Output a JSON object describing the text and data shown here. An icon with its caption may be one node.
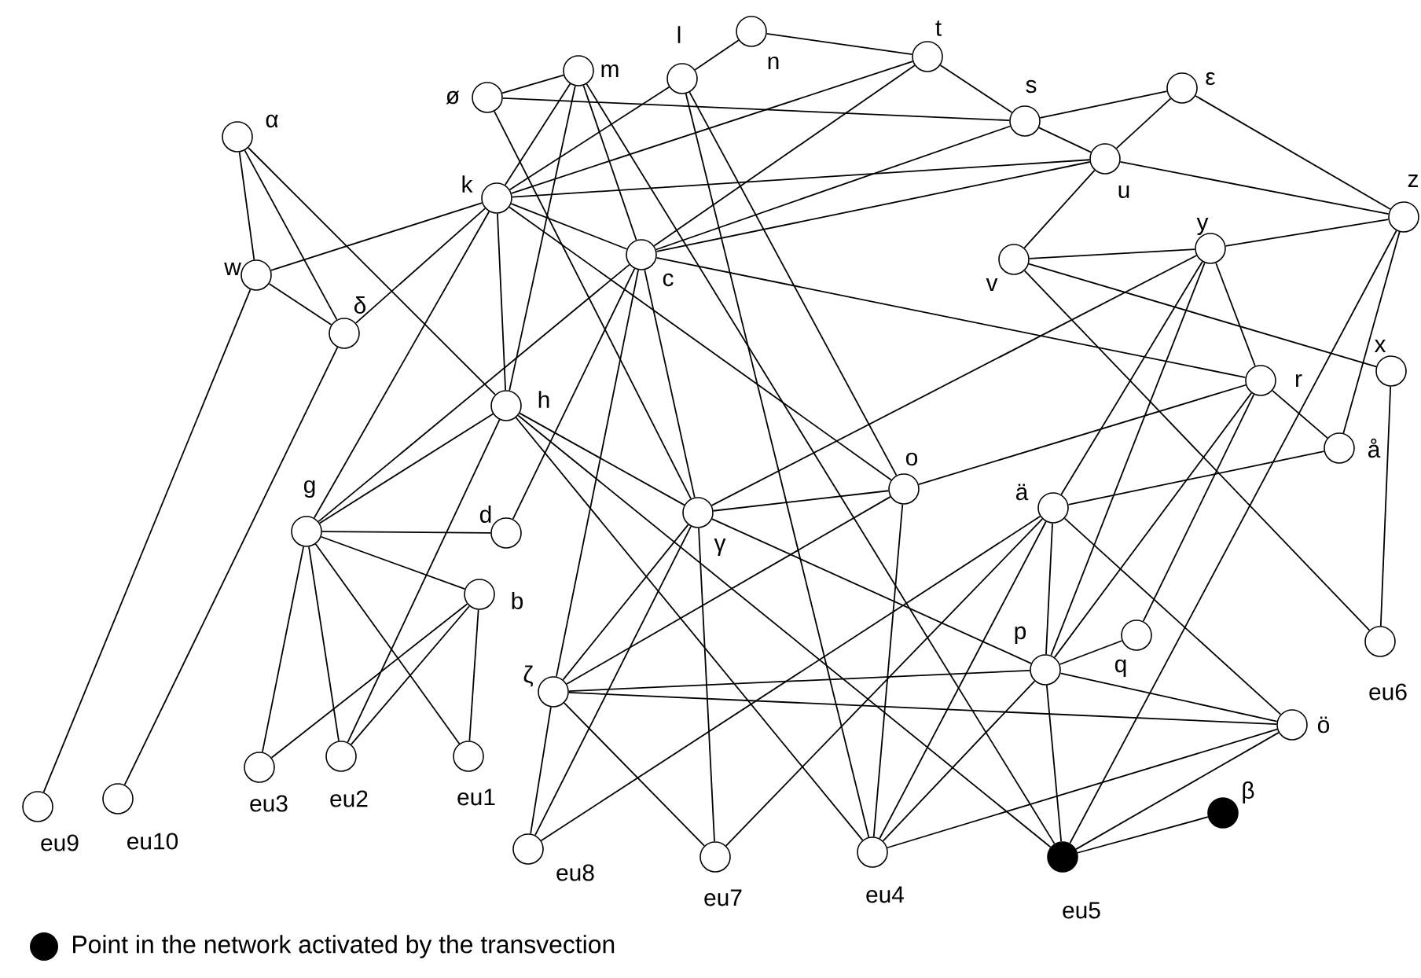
{
  "diagram": {
    "nodes": [
      {
        "text": [
          "α"
        ]
      },
      {
        "text": [
          "w"
        ]
      },
      {
        "text": [
          "δ"
        ]
      },
      {
        "text": [
          "ø"
        ]
      },
      {
        "text": [
          "m"
        ]
      },
      {
        "text": [
          "l"
        ]
      },
      {
        "text": [
          "n"
        ]
      },
      {
        "text": [
          "t"
        ]
      },
      {
        "text": [
          "s"
        ]
      },
      {
        "text": [
          "ε"
        ]
      },
      {
        "text": [
          "u"
        ]
      },
      {
        "text": [
          "z"
        ]
      },
      {
        "text": [
          "k"
        ]
      },
      {
        "text": [
          "c"
        ]
      },
      {
        "text": [
          "v"
        ]
      },
      {
        "text": [
          "y"
        ]
      },
      {
        "text": [
          "x"
        ]
      },
      {
        "text": [
          "r"
        ]
      },
      {
        "text": [
          "å"
        ]
      },
      {
        "text": [
          "h"
        ]
      },
      {
        "text": [
          "g"
        ]
      },
      {
        "text": [
          "d"
        ]
      },
      {
        "text": [
          "b"
        ]
      },
      {
        "text": [
          "γ"
        ]
      },
      {
        "text": [
          "o"
        ]
      },
      {
        "text": [
          "ä"
        ]
      },
      {
        "text": [
          "p"
        ]
      },
      {
        "text": [
          "q"
        ]
      },
      {
        "text": [
          "eu6"
        ]
      },
      {
        "text": [
          "ζ"
        ]
      },
      {
        "text": [
          "ö"
        ]
      },
      {
        "text": [
          "eu3"
        ]
      },
      {
        "text": [
          "eu2"
        ]
      },
      {
        "text": [
          "eu1"
        ]
      },
      {
        "text": [
          "eu9"
        ]
      },
      {
        "text": [
          "eu10"
        ]
      },
      {
        "text": [
          "eu8"
        ]
      },
      {
        "text": [
          "eu7"
        ]
      },
      {
        "text": [
          "eu4"
        ]
      },
      {
        "text": [
          "eu5"
        ]
      },
      {
        "text": [
          "β"
        ]
      }
    ],
    "edges": [
      {
        "from": 0,
        "to": 1,
        "arrow": "none"
      },
      {
        "from": 0,
        "to": 2,
        "arrow": "none"
      },
      {
        "from": 0,
        "to": 19,
        "arrow": "none"
      },
      {
        "from": 1,
        "to": 12,
        "arrow": "none"
      },
      {
        "from": 1,
        "to": 2,
        "arrow": "none"
      },
      {
        "from": 1,
        "to": 34,
        "arrow": "none"
      },
      {
        "from": 2,
        "to": 12,
        "arrow": "none"
      },
      {
        "from": 2,
        "to": 35,
        "arrow": "none"
      },
      {
        "from": 3,
        "to": 4,
        "arrow": "none"
      },
      {
        "from": 3,
        "to": 8,
        "arrow": "none"
      },
      {
        "from": 3,
        "to": 23,
        "arrow": "none"
      },
      {
        "from": 4,
        "to": 12,
        "arrow": "none"
      },
      {
        "from": 4,
        "to": 19,
        "arrow": "none"
      },
      {
        "from": 4,
        "to": 13,
        "arrow": "none"
      },
      {
        "from": 4,
        "to": 39,
        "arrow": "none"
      },
      {
        "from": 5,
        "to": 6,
        "arrow": "none"
      },
      {
        "from": 5,
        "to": 12,
        "arrow": "none"
      },
      {
        "from": 5,
        "to": 24,
        "arrow": "none"
      },
      {
        "from": 5,
        "to": 38,
        "arrow": "none"
      },
      {
        "from": 6,
        "to": 7,
        "arrow": "none"
      },
      {
        "from": 7,
        "to": 8,
        "arrow": "none"
      },
      {
        "from": 7,
        "to": 12,
        "arrow": "none"
      },
      {
        "from": 7,
        "to": 13,
        "arrow": "none"
      },
      {
        "from": 8,
        "to": 9,
        "arrow": "none"
      },
      {
        "from": 8,
        "to": 10,
        "arrow": "none"
      },
      {
        "from": 8,
        "to": 13,
        "arrow": "none"
      },
      {
        "from": 9,
        "to": 10,
        "arrow": "none"
      },
      {
        "from": 9,
        "to": 11,
        "arrow": "none"
      },
      {
        "from": 10,
        "to": 11,
        "arrow": "none"
      },
      {
        "from": 10,
        "to": 12,
        "arrow": "none"
      },
      {
        "from": 10,
        "to": 13,
        "arrow": "none"
      },
      {
        "from": 10,
        "to": 14,
        "arrow": "none"
      },
      {
        "from": 11,
        "to": 15,
        "arrow": "none"
      },
      {
        "from": 11,
        "to": 18,
        "arrow": "none"
      },
      {
        "from": 11,
        "to": 39,
        "arrow": "none"
      },
      {
        "from": 12,
        "to": 13,
        "arrow": "none"
      },
      {
        "from": 12,
        "to": 19,
        "arrow": "none"
      },
      {
        "from": 12,
        "to": 20,
        "arrow": "none"
      },
      {
        "from": 12,
        "to": 24,
        "arrow": "none"
      },
      {
        "from": 13,
        "to": 17,
        "arrow": "none"
      },
      {
        "from": 13,
        "to": 20,
        "arrow": "none"
      },
      {
        "from": 13,
        "to": 21,
        "arrow": "none"
      },
      {
        "from": 13,
        "to": 23,
        "arrow": "none"
      },
      {
        "from": 13,
        "to": 29,
        "arrow": "none"
      },
      {
        "from": 14,
        "to": 15,
        "arrow": "none"
      },
      {
        "from": 14,
        "to": 16,
        "arrow": "none"
      },
      {
        "from": 14,
        "to": 28,
        "arrow": "none"
      },
      {
        "from": 15,
        "to": 17,
        "arrow": "none"
      },
      {
        "from": 15,
        "to": 23,
        "arrow": "none"
      },
      {
        "from": 15,
        "to": 25,
        "arrow": "none"
      },
      {
        "from": 15,
        "to": 26,
        "arrow": "none"
      },
      {
        "from": 16,
        "to": 28,
        "arrow": "none"
      },
      {
        "from": 17,
        "to": 18,
        "arrow": "none"
      },
      {
        "from": 17,
        "to": 24,
        "arrow": "none"
      },
      {
        "from": 17,
        "to": 26,
        "arrow": "none"
      },
      {
        "from": 17,
        "to": 27,
        "arrow": "none"
      },
      {
        "from": 18,
        "to": 25,
        "arrow": "none"
      },
      {
        "from": 19,
        "to": 20,
        "arrow": "none"
      },
      {
        "from": 19,
        "to": 23,
        "arrow": "none"
      },
      {
        "from": 19,
        "to": 32,
        "arrow": "none"
      },
      {
        "from": 19,
        "to": 38,
        "arrow": "none"
      },
      {
        "from": 19,
        "to": 39,
        "arrow": "none"
      },
      {
        "from": 20,
        "to": 21,
        "arrow": "none"
      },
      {
        "from": 20,
        "to": 22,
        "arrow": "none"
      },
      {
        "from": 20,
        "to": 31,
        "arrow": "none"
      },
      {
        "from": 20,
        "to": 32,
        "arrow": "none"
      },
      {
        "from": 20,
        "to": 33,
        "arrow": "none"
      },
      {
        "from": 22,
        "to": 31,
        "arrow": "none"
      },
      {
        "from": 22,
        "to": 32,
        "arrow": "none"
      },
      {
        "from": 22,
        "to": 33,
        "arrow": "none"
      },
      {
        "from": 23,
        "to": 24,
        "arrow": "none"
      },
      {
        "from": 23,
        "to": 26,
        "arrow": "none"
      },
      {
        "from": 23,
        "to": 29,
        "arrow": "none"
      },
      {
        "from": 23,
        "to": 36,
        "arrow": "none"
      },
      {
        "from": 23,
        "to": 37,
        "arrow": "none"
      },
      {
        "from": 24,
        "to": 29,
        "arrow": "none"
      },
      {
        "from": 24,
        "to": 38,
        "arrow": "none"
      },
      {
        "from": 25,
        "to": 26,
        "arrow": "none"
      },
      {
        "from": 25,
        "to": 30,
        "arrow": "none"
      },
      {
        "from": 25,
        "to": 36,
        "arrow": "none"
      },
      {
        "from": 25,
        "to": 37,
        "arrow": "none"
      },
      {
        "from": 25,
        "to": 38,
        "arrow": "none"
      },
      {
        "from": 26,
        "to": 27,
        "arrow": "none"
      },
      {
        "from": 26,
        "to": 29,
        "arrow": "none"
      },
      {
        "from": 26,
        "to": 30,
        "arrow": "none"
      },
      {
        "from": 26,
        "to": 38,
        "arrow": "none"
      },
      {
        "from": 26,
        "to": 39,
        "arrow": "none"
      },
      {
        "from": 29,
        "to": 30,
        "arrow": "none"
      },
      {
        "from": 29,
        "to": 36,
        "arrow": "none"
      },
      {
        "from": 29,
        "to": 37,
        "arrow": "none"
      },
      {
        "from": 30,
        "to": 38,
        "arrow": "none"
      },
      {
        "from": 30,
        "to": 39,
        "arrow": "none"
      },
      {
        "from": 39,
        "to": 40,
        "arrow": "none"
      }
    ],
    "legend": [
      {
        "text": "Point in the network activated by the transvection",
        "color": "#000000"
      }
    ]
  }
}
